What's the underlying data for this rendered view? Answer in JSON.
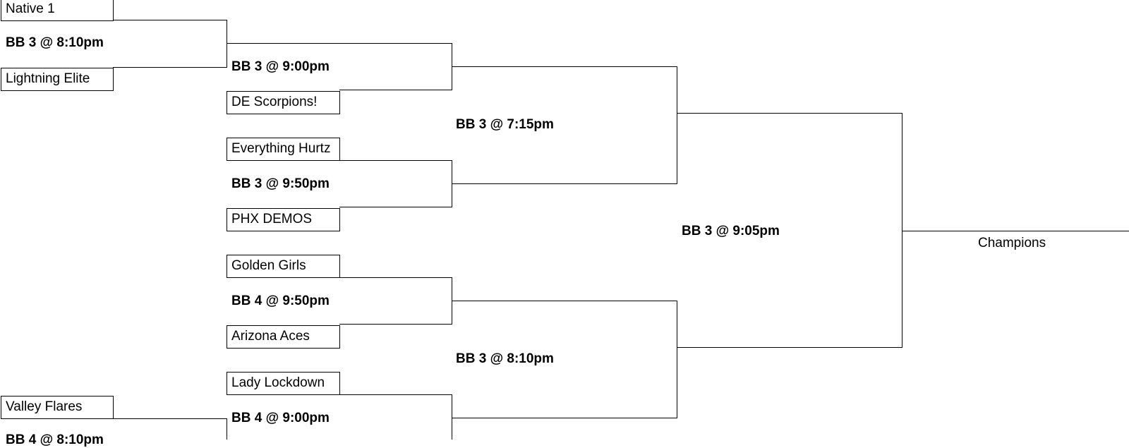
{
  "round1": {
    "team_top": "Native 1",
    "game_top": "BB 3 @ 8:10pm",
    "team_top2": "Lightning Elite",
    "team_bottom": "Valley Flares",
    "game_bottom": "BB 4 @ 8:10pm"
  },
  "round2": {
    "games": [
      {
        "game": "BB 3 @ 9:00pm",
        "team_b": "DE Scorpions!"
      },
      {
        "team_a": "Everything Hurtz",
        "game": "BB 3 @ 9:50pm",
        "team_b": "PHX DEMOS"
      },
      {
        "team_a": "Golden Girls",
        "game": "BB 4 @ 9:50pm",
        "team_b": "Arizona Aces"
      },
      {
        "team_a": "Lady Lockdown",
        "game": "BB 4 @ 9:00pm"
      }
    ]
  },
  "round3": {
    "game_top": "BB 3 @ 7:15pm",
    "game_bottom": "BB 3 @ 8:10pm"
  },
  "round4": {
    "game": "BB 3 @ 9:05pm"
  },
  "final": {
    "label": "Champions"
  }
}
